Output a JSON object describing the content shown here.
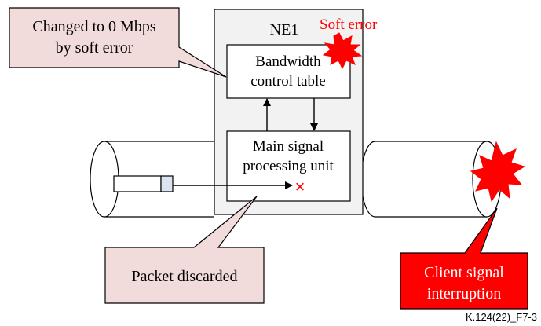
{
  "node": {
    "label": "NE1"
  },
  "soft_error": {
    "label": "Soft error",
    "color": "#ff0000"
  },
  "callouts": {
    "changed": {
      "line1": "Changed to 0 Mbps",
      "line2": "by soft error",
      "fill": "#f2dcdb"
    },
    "discarded": {
      "label": "Packet discarded",
      "fill": "#f2dcdb"
    },
    "client": {
      "line1": "Client signal",
      "line2": "interruption",
      "fill": "#ff0000",
      "text_color": "#ffffff"
    }
  },
  "blocks": {
    "bandwidth": {
      "line1": "Bandwidth",
      "line2": "control table"
    },
    "main_signal": {
      "line1": "Main signal",
      "line2": "processing unit"
    }
  },
  "packet": {
    "tail_color": "#dbe5f1"
  },
  "discard_mark": {
    "glyph": "×",
    "color": "#ff0000"
  },
  "node_fill": "#f2f2f2",
  "figure_id": "K.124(22)_F7-3"
}
